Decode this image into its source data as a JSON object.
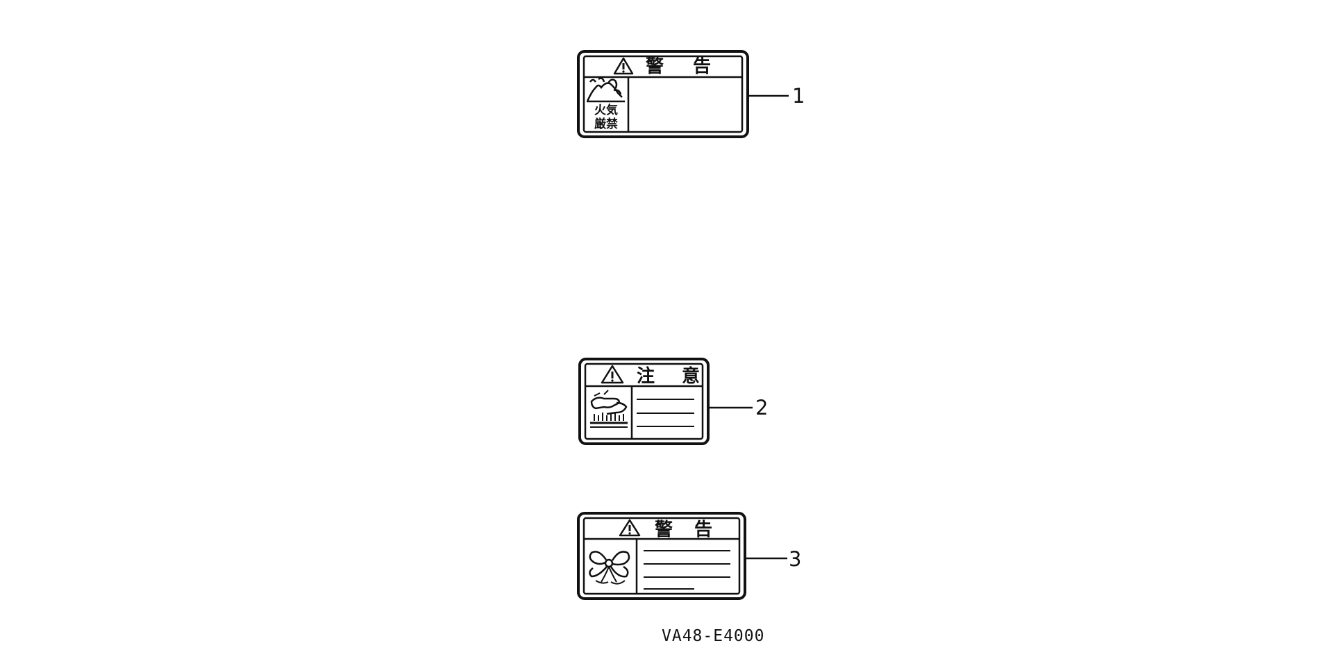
{
  "labels": [
    {
      "callout": "1",
      "heading": [
        "警",
        "告"
      ],
      "icon": "no-fire-icon",
      "icon_caption": [
        "火気",
        "厳禁"
      ],
      "text_lines": 0
    },
    {
      "callout": "2",
      "heading": [
        "注",
        "意"
      ],
      "icon": "hot-surface-hand-icon",
      "icon_caption": [],
      "text_lines": 3
    },
    {
      "callout": "3",
      "heading": [
        "警",
        "告"
      ],
      "icon": "rotating-fan-icon",
      "icon_caption": [],
      "text_lines": 4
    }
  ],
  "diagram_code": "VA48-E4000",
  "colors": {
    "ink": "#111111",
    "background": "#ffffff"
  }
}
